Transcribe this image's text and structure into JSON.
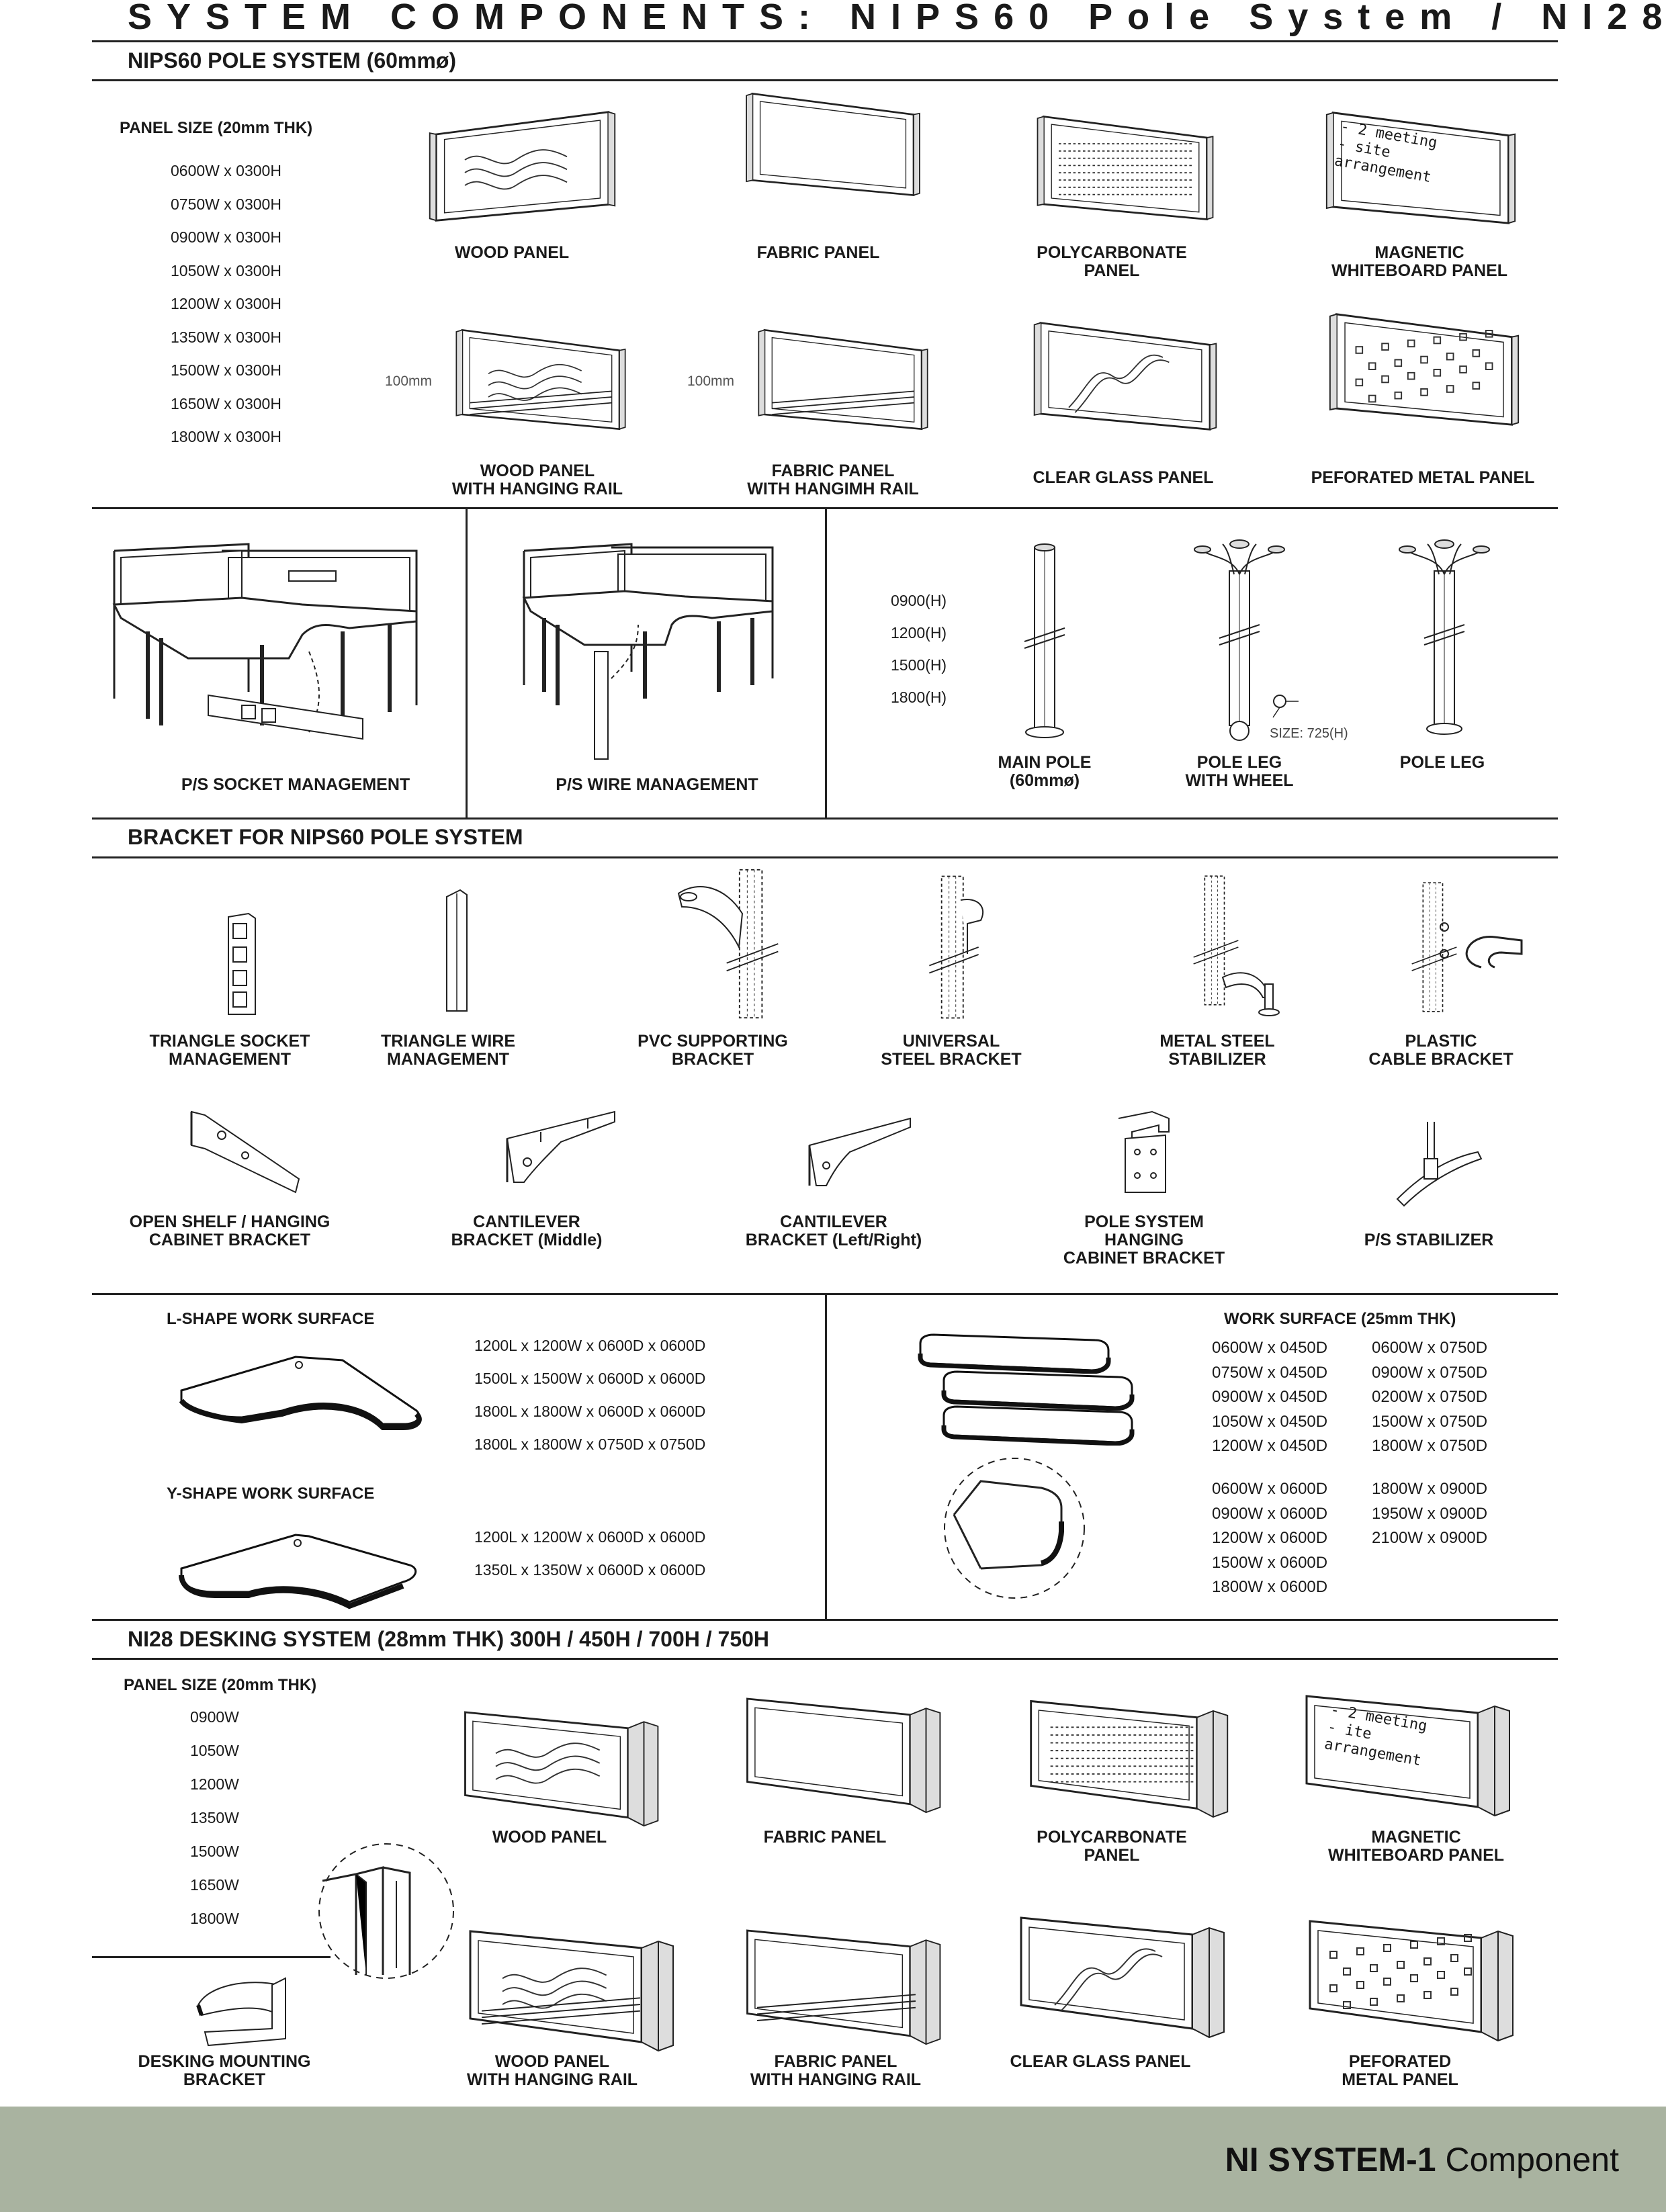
{
  "page_title": "SYSTEM COMPONENTS: NIPS60 Pole System / NI28",
  "sections": {
    "nips60": "NIPS60 POLE SYSTEM (60mmø)",
    "bracket": "BRACKET FOR NIPS60 POLE SYSTEM",
    "ni28": "NI28 DESKING SYSTEM (28mm THK) 300H / 450H / 700H / 750H"
  },
  "nips60_panels": {
    "panel_size_heading": "PANEL SIZE (20mm THK)",
    "sizes": [
      "0600W x 0300H",
      "0750W x 0300H",
      "0900W x 0300H",
      "1050W x 0300H",
      "1200W x 0300H",
      "1350W x 0300H",
      "1500W x 0300H",
      "1650W x 0300H",
      "1800W x 0300H"
    ],
    "labels": {
      "wood": "WOOD PANEL",
      "fabric": "FABRIC PANEL",
      "polycarbonate": [
        "POLYCARBONATE",
        "PANEL"
      ],
      "whiteboard": [
        "MAGNETIC",
        "WHITEBOARD PANEL"
      ],
      "wood_rail": [
        "WOOD PANEL",
        "WITH HANGING RAIL"
      ],
      "fabric_rail": [
        "FABRIC PANEL",
        "WITH HANGIMH RAIL"
      ],
      "clear_glass": "CLEAR GLASS PANEL",
      "perforated": "PEFORATED METAL PANEL"
    },
    "rail_dim": "100mm",
    "whiteboard_text": [
      "- 2 meeting",
      "- site",
      "arrangement"
    ]
  },
  "management": {
    "socket": "P/S SOCKET MANAGEMENT",
    "wire": "P/S WIRE MANAGEMENT",
    "heights": [
      "0900(H)",
      "1200(H)",
      "1500(H)",
      "1800(H)"
    ],
    "main_pole": [
      "MAIN POLE",
      "(60mmø)"
    ],
    "pole_leg_wheel": [
      "POLE LEG",
      "WITH WHEEL"
    ],
    "pole_leg": "POLE LEG",
    "size_note": "SIZE: 725(H)"
  },
  "brackets": {
    "row1": [
      [
        "TRIANGLE SOCKET",
        "MANAGEMENT"
      ],
      [
        "TRIANGLE WIRE",
        "MANAGEMENT"
      ],
      [
        "PVC SUPPORTING",
        "BRACKET"
      ],
      [
        "UNIVERSAL",
        "STEEL BRACKET"
      ],
      [
        "METAL STEEL",
        "STABILIZER"
      ],
      [
        "PLASTIC",
        "CABLE BRACKET"
      ]
    ],
    "row2": [
      [
        "OPEN SHELF / HANGING",
        "CABINET BRACKET"
      ],
      [
        "CANTILEVER",
        "BRACKET (Middle)"
      ],
      [
        "CANTILEVER",
        "BRACKET (Left/Right)"
      ],
      [
        "POLE SYSTEM",
        "HANGING",
        "CABINET BRACKET"
      ],
      [
        "P/S STABILIZER"
      ]
    ]
  },
  "work_surfaces": {
    "l_shape_heading": "L-SHAPE WORK SURFACE",
    "l_shape_sizes": [
      "1200L x 1200W x 0600D x 0600D",
      "1500L x 1500W x 0600D x 0600D",
      "1800L x 1800W x 0600D x 0600D",
      "1800L x 1800W x 0750D x 0750D"
    ],
    "y_shape_heading": "Y-SHAPE WORK SURFACE",
    "y_shape_sizes": [
      "1200L x 1200W x 0600D x 0600D",
      "1350L x 1350W x 0600D x 0600D"
    ],
    "work_surface_heading": "WORK SURFACE (25mm THK)",
    "ws_col1a": [
      "0600W x 0450D",
      "0750W x 0450D",
      "0900W x 0450D",
      "1050W x 0450D",
      "1200W x 0450D"
    ],
    "ws_col2a": [
      "0600W x 0750D",
      "0900W x 0750D",
      "0200W x 0750D",
      "1500W x 0750D",
      "1800W x 0750D"
    ],
    "ws_col1b": [
      "0600W x 0600D",
      "0900W x 0600D",
      "1200W x 0600D",
      "1500W x 0600D",
      "1800W x 0600D"
    ],
    "ws_col2b": [
      "1800W x 0900D",
      "1950W x 0900D",
      "2100W x 0900D"
    ]
  },
  "ni28": {
    "panel_size_heading": "PANEL SIZE (20mm THK)",
    "sizes": [
      "0900W",
      "1050W",
      "1200W",
      "1350W",
      "1500W",
      "1650W",
      "1800W"
    ],
    "labels": {
      "wood": "WOOD PANEL",
      "fabric": "FABRIC PANEL",
      "polycarbonate": [
        "POLYCARBONATE",
        "PANEL"
      ],
      "whiteboard": [
        "MAGNETIC",
        "WHITEBOARD PANEL"
      ],
      "mounting": [
        "DESKING MOUNTING",
        "BRACKET"
      ],
      "wood_rail": [
        "WOOD PANEL",
        "WITH HANGING RAIL"
      ],
      "fabric_rail": [
        "FABRIC PANEL",
        "WITH HANGING RAIL"
      ],
      "clear_glass": "CLEAR GLASS PANEL",
      "perforated": [
        "PEFORATED",
        "METAL PANEL"
      ]
    },
    "whiteboard_text": [
      "- 2 meeting",
      "- ite",
      "arrangement"
    ]
  },
  "footer": {
    "bold": "NI SYSTEM-1",
    "normal": "Component",
    "background": "#a9b3a0"
  }
}
